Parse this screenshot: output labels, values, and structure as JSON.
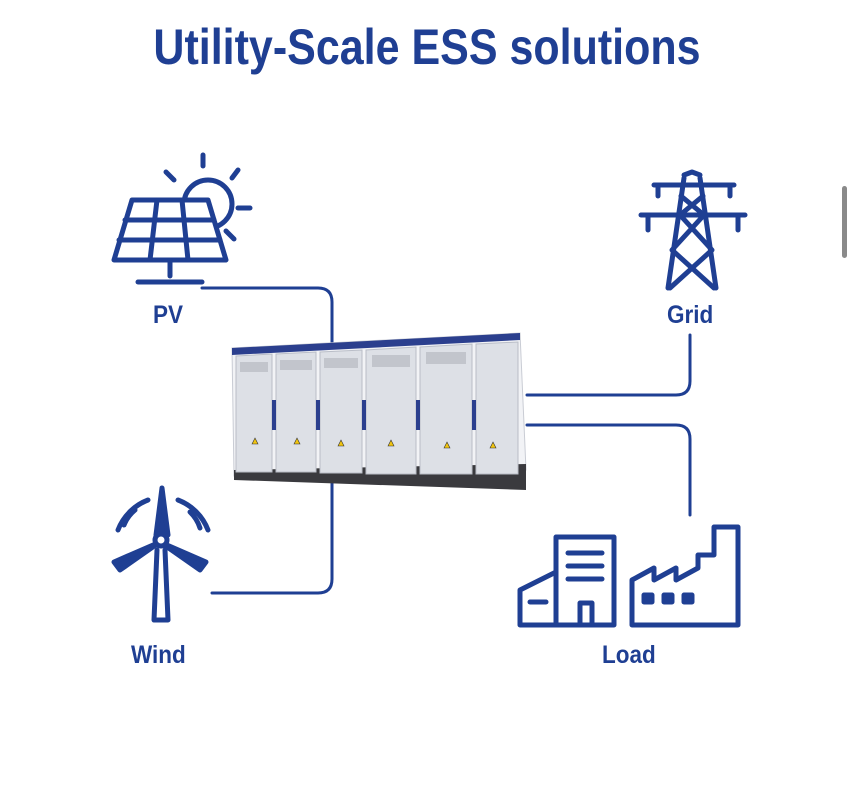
{
  "title": "Utility-Scale ESS solutions",
  "nodes": {
    "pv": {
      "label": "PV",
      "icon": "solar-panel-sun-icon"
    },
    "grid": {
      "label": "Grid",
      "icon": "transmission-tower-icon"
    },
    "wind": {
      "label": "Wind",
      "icon": "wind-turbine-icon"
    },
    "load": {
      "label": "Load",
      "icon": "office-factory-icon"
    }
  },
  "center": {
    "icon": "battery-cabinet-icon"
  },
  "colors": {
    "brand": "#1f3f93",
    "line": "#1f3f93",
    "cabinet": "#eef0f4",
    "cabinet_trim": "#2b3f8e"
  }
}
